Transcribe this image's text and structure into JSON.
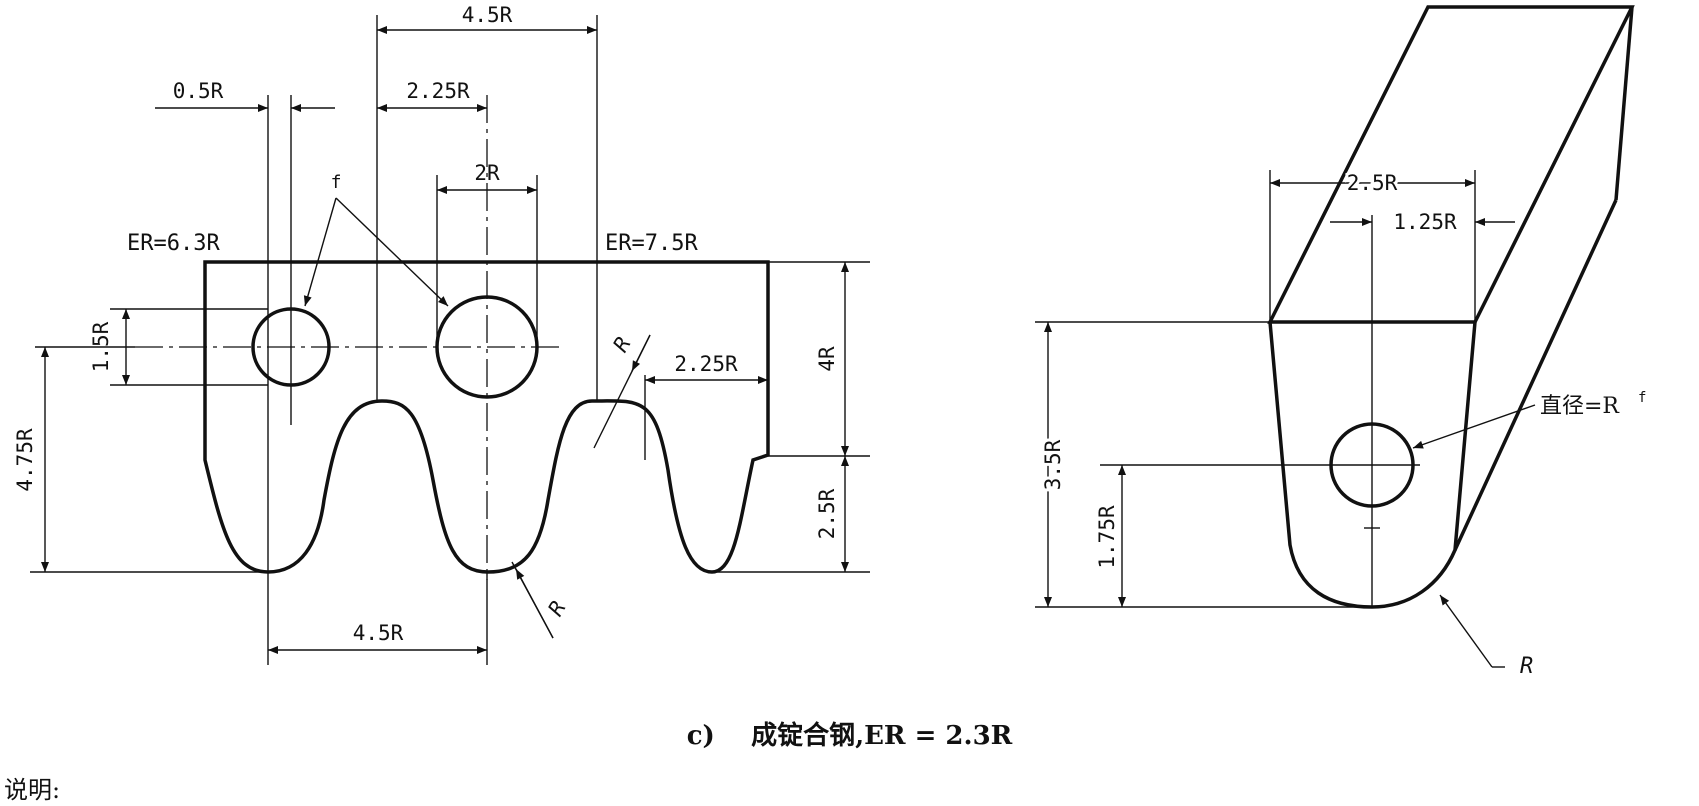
{
  "left_view": {
    "dim_top_span": "4.5R",
    "dim_offset": "0.5R",
    "dim_hole_to_center": "2.25R",
    "dim_hole_dia": "2R",
    "footnote_mark": "f",
    "er_left": "ER=6.3R",
    "er_right": "ER=7.5R",
    "dim_hole_small": "1.5R",
    "dim_radius_right": "R",
    "dim_right_width": "2.25R",
    "dim_height_upper": "4R",
    "dim_height_total": "4.75R",
    "dim_height_lower": "2.5R",
    "dim_bottom_span": "4.5R",
    "dim_radius_bottom": "R"
  },
  "right_view": {
    "dim_width": "2.5R",
    "dim_half_width": "1.25R",
    "diameter_label": "直径=R",
    "diameter_footnote": "f",
    "dim_height": "3.5R",
    "dim_hole_height": "1.75R",
    "dim_radius": "R"
  },
  "caption": {
    "label": "c)",
    "text": "成锭合钢,ER = 2.3R"
  },
  "note": "说明:"
}
